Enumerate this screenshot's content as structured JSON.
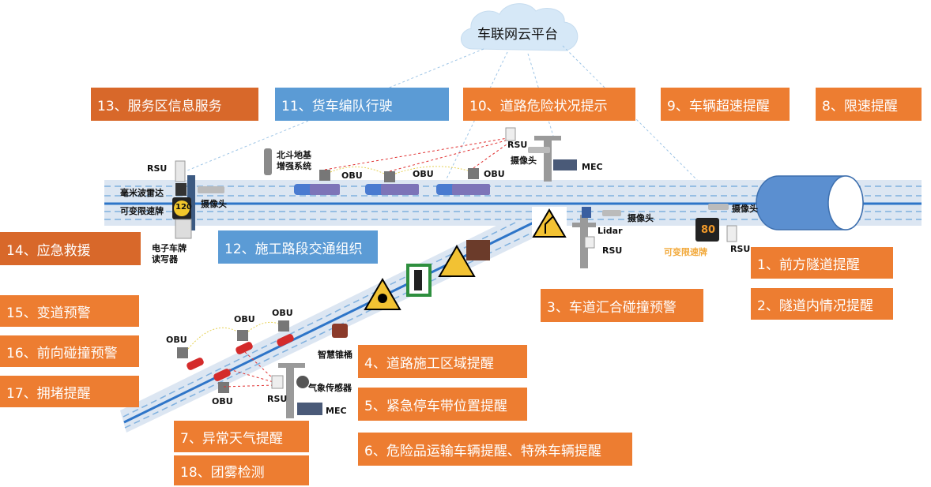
{
  "cloud": {
    "title": "车联网云平台"
  },
  "boxes": {
    "b1": "1、前方隧道提醒",
    "b2": "2、隧道内情况提醒",
    "b3": "3、车道汇合碰撞预警",
    "b4": "4、道路施工区域提醒",
    "b5": "5、紧急停车带位置提醒",
    "b6": "6、危险品运输车辆提醒、特殊车辆提醒",
    "b7": "7、异常天气提醒",
    "b8": "8、限速提醒",
    "b9": "9、车辆超速提醒",
    "b10": "10、道路危险状况提示",
    "b11": "11、货车编队行驶",
    "b12": "12、施工路段交通组织",
    "b13": "13、服务区信息服务",
    "b14": "14、应急救援",
    "b15": "15、变道预警",
    "b16": "16、前向碰撞预警",
    "b17": "17、拥堵提醒",
    "b18": "18、团雾检测"
  },
  "labels": {
    "rsu_left": "RSU",
    "radar": "毫米波雷达",
    "vms": "可变限速牌",
    "camera_left": "摄像头",
    "reader": "电子车牌\n读写器",
    "beidou": "北斗地基\n增强系统",
    "obu_top1": "OBU",
    "obu_top2": "OBU",
    "obu_top3": "OBU",
    "rsu_top": "RSU",
    "camera_top": "摄像头",
    "mec_top": "MEC",
    "camera_mid": "摄像头",
    "lidar": "Lidar",
    "rsu_mid": "RSU",
    "camera_right": "摄像头",
    "vms_right": "可变限速牌",
    "rsu_right": "RSU",
    "obu_b1": "OBU",
    "obu_b2": "OBU",
    "obu_b3": "OBU",
    "obu_b4": "OBU",
    "cone": "智慧锥桶",
    "weather": "气象传感器",
    "rsu_bottom": "RSU",
    "mec_bottom": "MEC",
    "speed_value": "120",
    "speed_right": "80"
  },
  "colors": {
    "orange": "#ed7d31",
    "orange_dark": "#d8682a",
    "blue_box": "#5b9bd5",
    "road": "#dce6f2",
    "lane": "#5b9bd5",
    "tunnel": "#5b8fd0"
  }
}
